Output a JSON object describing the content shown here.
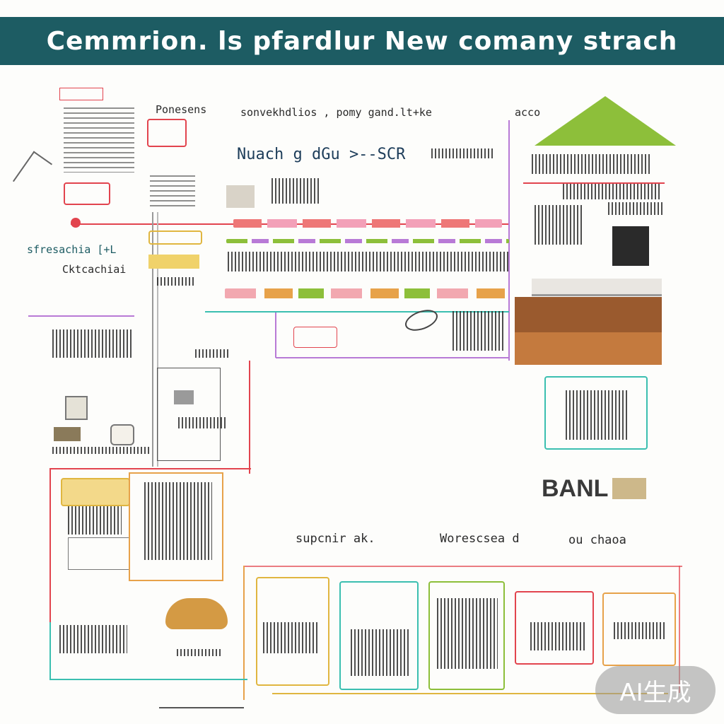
{
  "title": "Cemmrion. ls pfardlur New comany strach",
  "labels": {
    "tl_small": "Ponesens",
    "top_mid": "sonvekhdlios , pomy gand.lt+ke",
    "top_right": "acco",
    "mid_title": "Nuach g dGu >--SCR",
    "left_mid1": "sfresachia [+L",
    "left_mid2": "Cktcachiai",
    "bank": "BANL",
    "bottom1": "supcnir ak.",
    "bottom2": "Worescsea d",
    "bottom3": "ou chaoa"
  },
  "watermark": "AI生成",
  "colors": {
    "banner": "#1d5c63",
    "red": "#e2444e",
    "gold": "#e0b640",
    "purple": "#b87ad6",
    "teal": "#3bbfb0",
    "green": "#8dbf3a",
    "orange": "#e7a24a"
  },
  "icons": [
    "tree-roof-icon",
    "house-building-icon",
    "bowl-icon",
    "stove-icon",
    "computer-icon"
  ]
}
